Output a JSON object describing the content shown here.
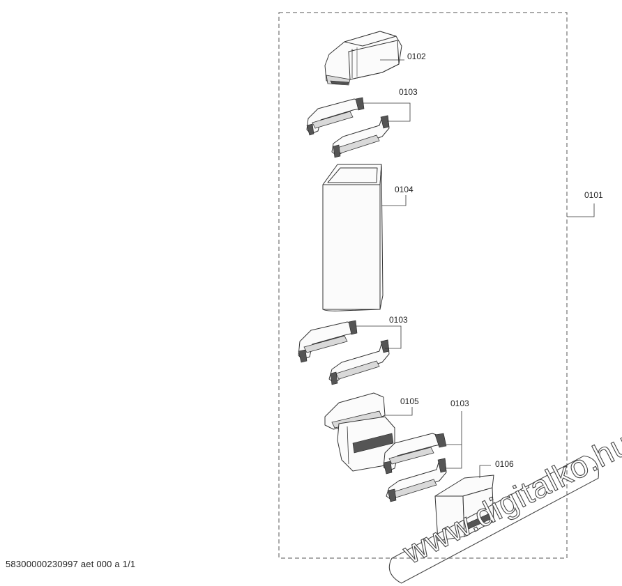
{
  "callouts": {
    "c0101": "0101",
    "c0102": "0102",
    "c0103a": "0103",
    "c0104": "0104",
    "c0103b": "0103",
    "c0105": "0105",
    "c0103c": "0103",
    "c0106": "0106"
  },
  "footer": {
    "document_number": "58300000230997 aet 000 a 1/1"
  },
  "watermark": {
    "text": "www.digitalko.hu"
  }
}
